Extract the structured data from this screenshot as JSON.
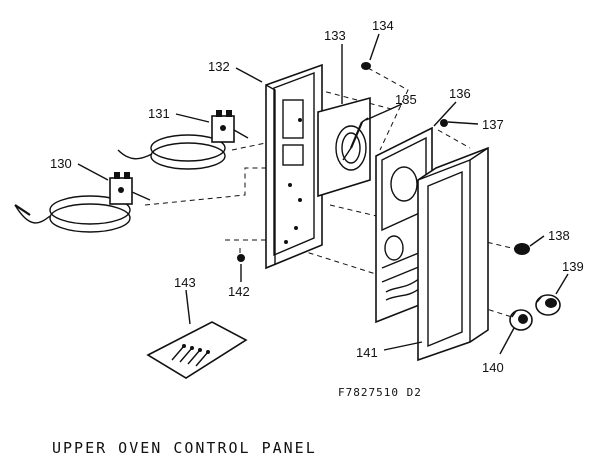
{
  "title": "UPPER OVEN CONTROL PANEL",
  "drawing_code": "F7827510 D2",
  "parts": [
    {
      "id": "p130",
      "label": "130",
      "icon": "thermostat-icon"
    },
    {
      "id": "p131",
      "label": "131",
      "icon": "thermostat-icon"
    },
    {
      "id": "p132",
      "label": "132",
      "icon": "panel-bracket-icon"
    },
    {
      "id": "p133",
      "label": "133",
      "icon": "insulation-plate-icon"
    },
    {
      "id": "p134",
      "label": "134",
      "icon": "screw-icon"
    },
    {
      "id": "p135",
      "label": "135",
      "icon": "clock-icon"
    },
    {
      "id": "p136",
      "label": "136",
      "icon": "control-panel-face-icon"
    },
    {
      "id": "p137",
      "label": "137",
      "icon": "screw-icon"
    },
    {
      "id": "p138",
      "label": "138",
      "icon": "knob-icon"
    },
    {
      "id": "p139",
      "label": "139",
      "icon": "knob-icon"
    },
    {
      "id": "p140",
      "label": "140",
      "icon": "knob-icon"
    },
    {
      "id": "p141",
      "label": "141",
      "icon": "trim-frame-icon"
    },
    {
      "id": "p142",
      "label": "142",
      "icon": "screw-icon"
    },
    {
      "id": "p143",
      "label": "143",
      "icon": "instruction-card-icon"
    }
  ]
}
